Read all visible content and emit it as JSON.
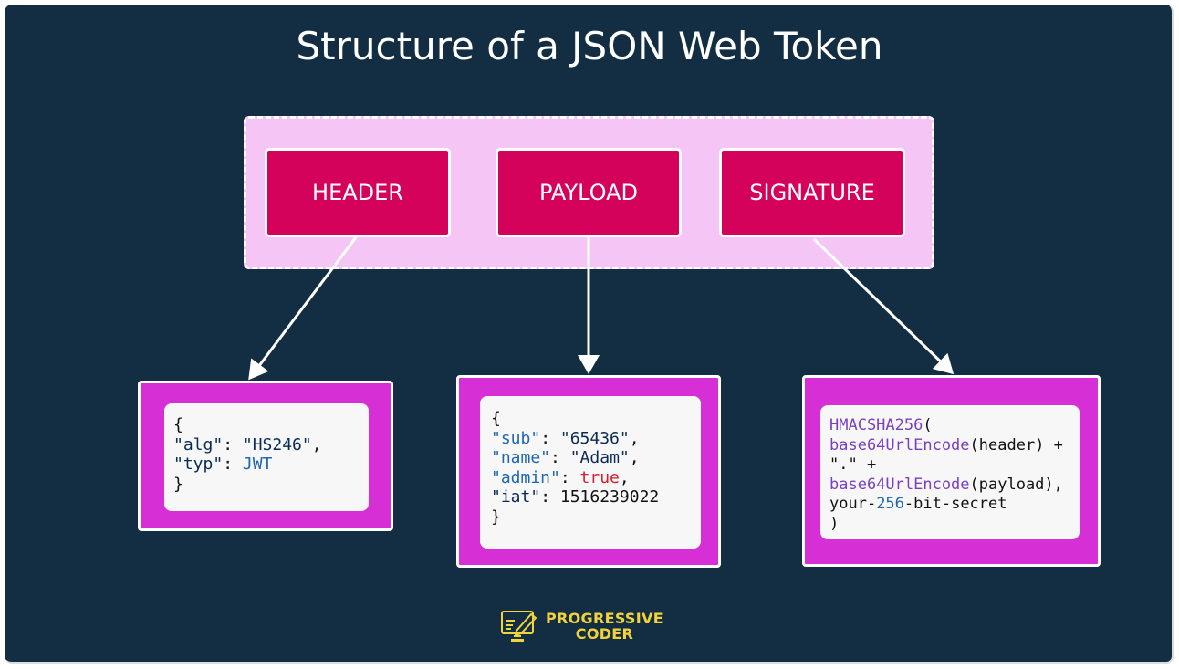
{
  "title": "Structure of a JSON Web Token",
  "parts": [
    {
      "label": "HEADER"
    },
    {
      "label": "PAYLOAD"
    },
    {
      "label": "SIGNATURE"
    }
  ],
  "header_code": {
    "open": "{",
    "alg_key": "\"alg\"",
    "alg_sep": ": ",
    "alg_value": "\"HS246\"",
    "alg_comma": ",",
    "typ_key": "\"typ\"",
    "typ_sep": ": ",
    "typ_value": "JWT",
    "close": "}"
  },
  "payload_code": {
    "open": "{",
    "sub_key": "\"sub\"",
    "sub_value": "\"65436\"",
    "name_key": "\"name\"",
    "name_value": "\"Adam\"",
    "admin_key": "\"admin\"",
    "admin_value": "true",
    "iat_key": "\"iat\"",
    "iat_value": "1516239022",
    "sep": ": ",
    "comma": ",",
    "close": "}"
  },
  "signature_code": {
    "fn": "HMACSHA256",
    "open_paren": "(",
    "encode_fn": "base64UrlEncode",
    "header_arg": "(header) +",
    "dot": "\".\" +",
    "payload_arg": "(payload),",
    "secret_prefix": "your-",
    "secret_num": "256",
    "secret_suffix": "-bit-secret",
    "close_paren": ")"
  },
  "logo": {
    "line1": "PROGRESSIVE",
    "line2": "CODER",
    "icon": "computer-pencil-icon"
  },
  "colors": {
    "background": "#132e42",
    "group_fill": "#f4c5f5",
    "part_fill": "#d5025c",
    "code_box_fill": "#d62fd6",
    "logo": "#f2d43a"
  }
}
